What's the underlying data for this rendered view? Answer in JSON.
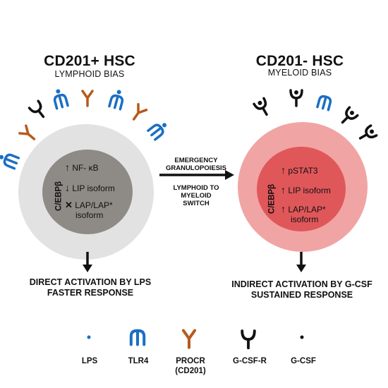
{
  "left_panel": {
    "title": "CD201+ HSC",
    "subtitle": "LYMPHOID BIAS",
    "cebpb_label": "C/EBPβ",
    "row1_arrow": "↑",
    "row1_text": "NF- κB",
    "row2_arrow": "↓",
    "row2_text": "LIP isoform",
    "row3_arrow": "✕",
    "row3_text_line1": "LAP/LAP*",
    "row3_text_line2": "isoform",
    "outcome_line1": "DIRECT ACTIVATION BY LPS",
    "outcome_line2": "FASTER RESPONSE"
  },
  "center": {
    "top_line1": "EMERGENCY",
    "top_line2": "GRANULOPOIESIS",
    "bottom_line1": "LYMPHOID TO",
    "bottom_line2": "MYELOID",
    "bottom_line3": "SWITCH"
  },
  "right_panel": {
    "title": "CD201- HSC",
    "subtitle": "MYELOID BIAS",
    "cebpb_label": "C/EBPβ",
    "row1_arrow": "↑",
    "row1_text": "pSTAT3",
    "row2_arrow": "↑",
    "row2_text": "LIP isoform",
    "row3_arrow": "↑",
    "row3_text_line1": "LAP/LAP*",
    "row3_text_line2": "isoform",
    "outcome_line1": "INDIRECT ACTIVATION BY G-CSF",
    "outcome_line2": "SUSTAINED RESPONSE"
  },
  "legend": {
    "lps": "LPS",
    "tlr4": "TLR4",
    "procr_line1": "PROCR",
    "procr_line2": "(CD201)",
    "gcsfr": "G-CSF-R",
    "gcsf": "G-CSF"
  },
  "colors": {
    "tlr4_blue": "#1a6fc4",
    "procr_orange": "#b65a1c",
    "gcsfr_black": "#111111",
    "left_cell_outer": "#e3e2e2",
    "left_cell_inner": "#8e8a86",
    "right_cell_outer": "#f1a4a4",
    "right_cell_inner": "#e0575a"
  }
}
